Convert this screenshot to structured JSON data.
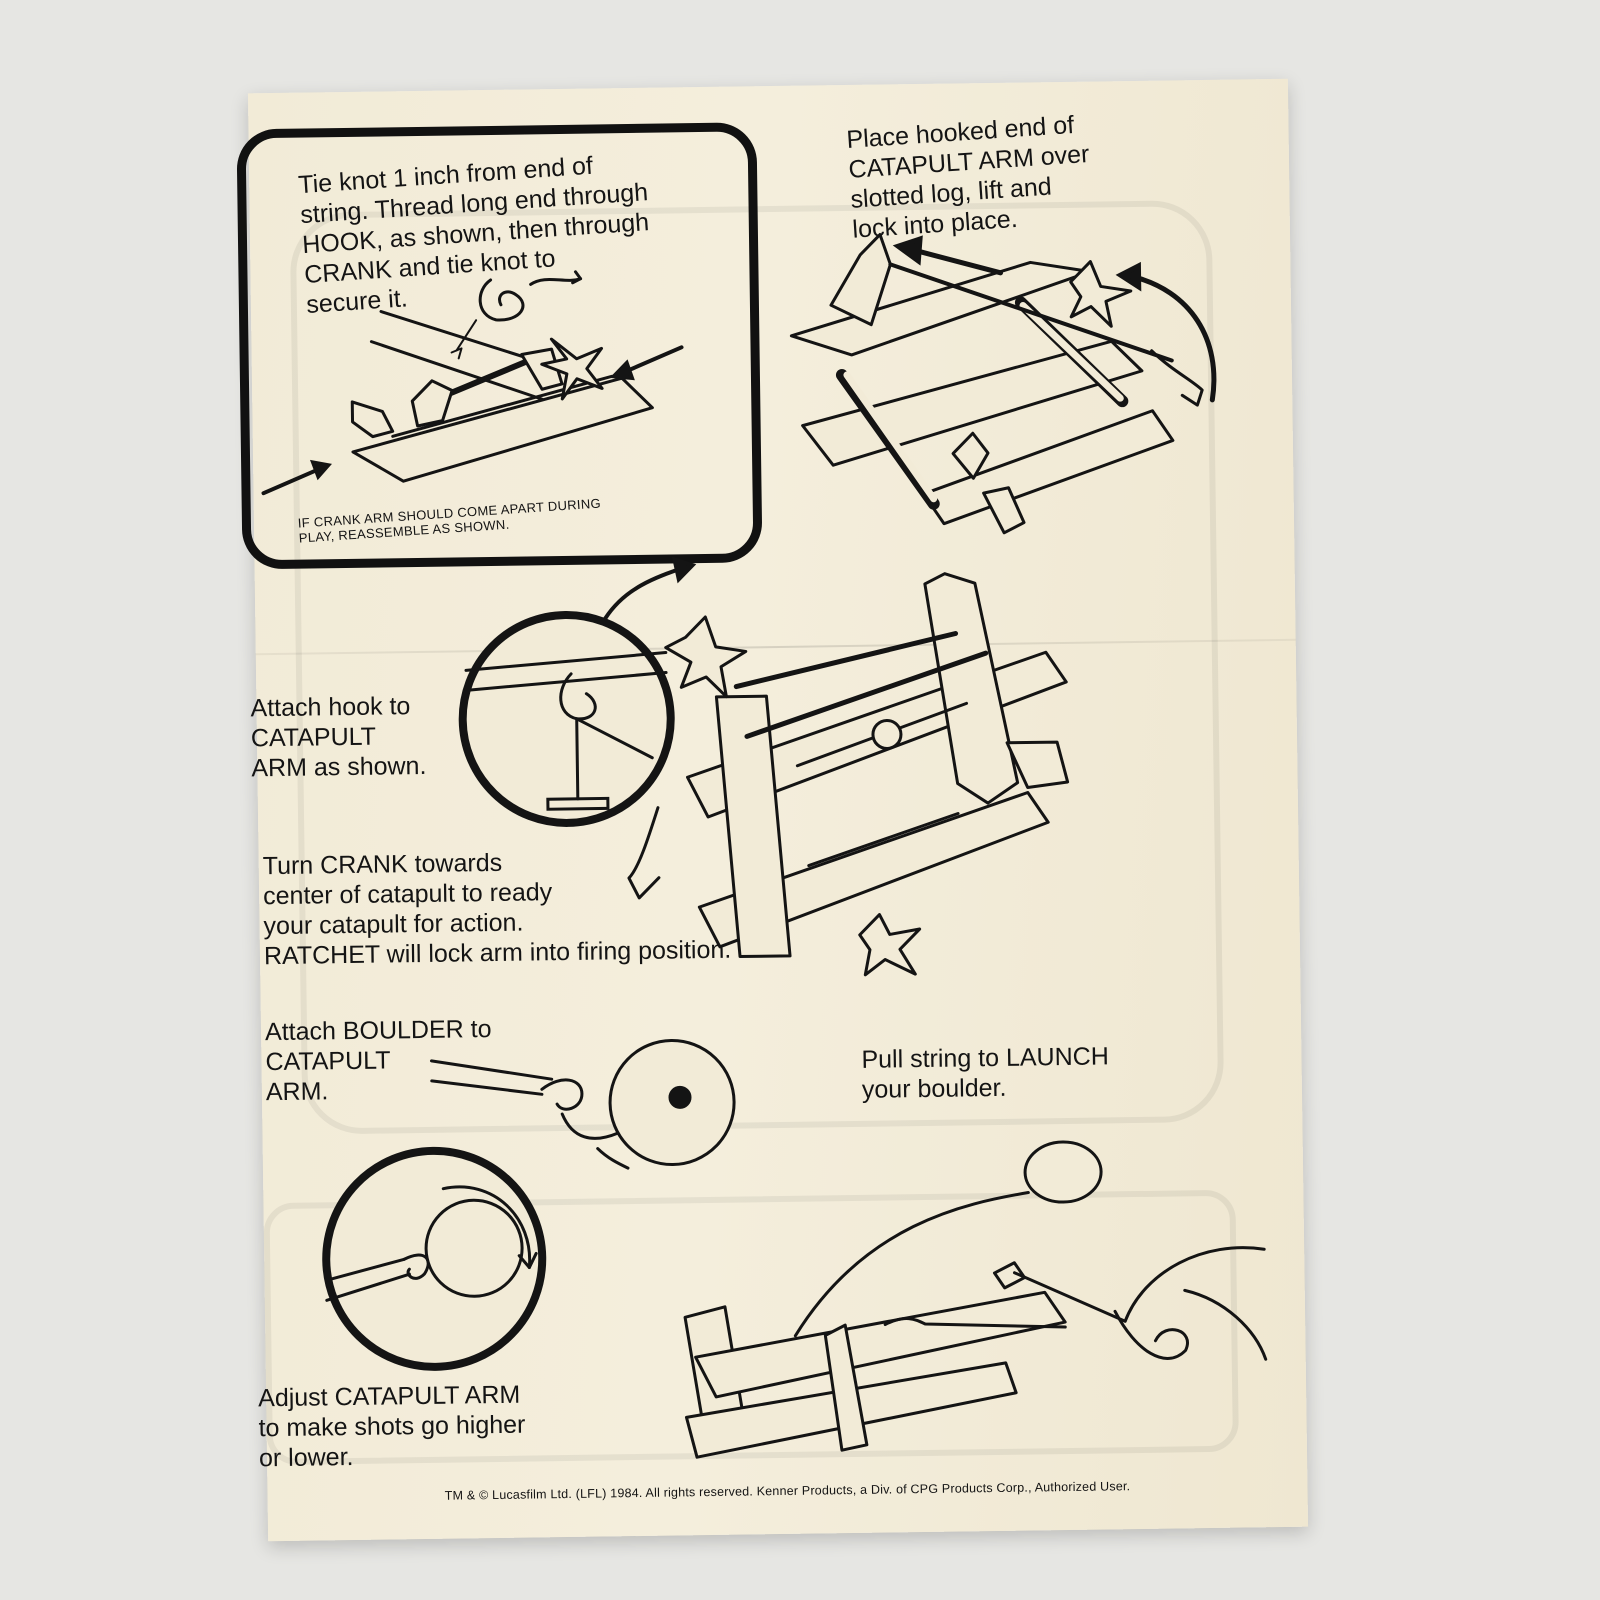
{
  "sheet": {
    "steps": [
      {
        "id": "tie-knot",
        "text": "Tie knot 1 inch from end of\nstring. Thread long end through\nHOOK, as shown, then through\nCRANK and tie knot to\nsecure it."
      },
      {
        "id": "place-arm",
        "text": "Place hooked end of\nCATAPULT ARM over\nslotted log, lift and\nlock into place."
      },
      {
        "id": "attach-hook",
        "text": "Attach hook to\nCATAPULT\nARM as shown."
      },
      {
        "id": "turn-crank",
        "text": "Turn CRANK towards\ncenter of catapult to ready\nyour catapult for action.\nRATCHET will lock arm into firing position."
      },
      {
        "id": "attach-boulder",
        "text": "Attach BOULDER to\nCATAPULT\nARM."
      },
      {
        "id": "pull-string",
        "text": "Pull string to LAUNCH\nyour boulder."
      },
      {
        "id": "adjust-arm",
        "text": "Adjust CATAPULT ARM\nto make shots go higher\nor lower."
      }
    ],
    "crank_note": "IF CRANK ARM SHOULD COME APART DURING\nPLAY, REASSEMBLE AS SHOWN.",
    "footer": "TM & © Lucasfilm Ltd. (LFL) 1984.  All rights reserved.  Kenner Products, a Div. of CPG Products Corp., Authorized User."
  },
  "colors": {
    "ink": "#141414",
    "paper": "#f2ebd7",
    "background": "#e6e6e3"
  }
}
